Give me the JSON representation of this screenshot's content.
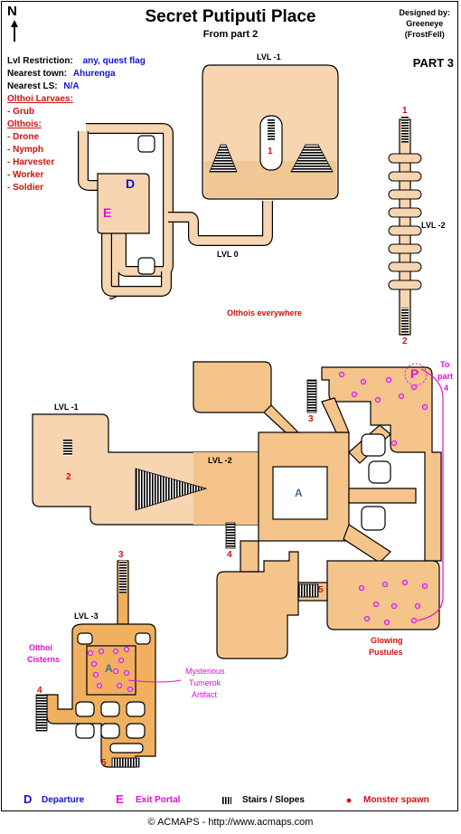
{
  "header": {
    "title": "Secret Putiputi Place",
    "subtitle": "From part 2",
    "credit_line1": "Designed by:",
    "credit_line2": "Greeneye",
    "credit_line3": "(FrostFell)",
    "part": "PART 3",
    "north": "N"
  },
  "info": {
    "lvl_label": "Lvl Restriction:",
    "lvl_value": "any, quest flag",
    "town_label": "Nearest town:",
    "town_value": "Ahurenga",
    "ls_label": "Nearest LS:",
    "ls_value": "N/A",
    "larvae_heading": "Olthoi Larvaes:",
    "larvae": [
      "- Grub"
    ],
    "olthois_heading": "Olthois:",
    "olthois": [
      "- Drone",
      "- Nymph",
      "- Harvester",
      "- Worker",
      "- Soldier"
    ]
  },
  "labels": {
    "lvl_m1_top": "LVL -1",
    "lvl_0": "LVL 0",
    "lvl_m2_right": "LVL -2",
    "everywhere": "Olthois everywhere",
    "lvl_m1_mid": "LVL -1",
    "lvl_m2_mid": "LVL -2",
    "lvl_m3": "LVL -3",
    "to_part": "To",
    "to_part2": "part",
    "to_part3": "4",
    "pustules1": "Glowing",
    "pustules2": "Pustules",
    "cisterns1": "Olthoi",
    "cisterns2": "Cisterns",
    "artifact1": "Mysterious",
    "artifact2": "Tumerok",
    "artifact3": "Artifact",
    "marker_d": "D",
    "marker_e": "E",
    "marker_p": "P",
    "marker_a": "A",
    "n1a": "1",
    "n1b": "1",
    "n2a": "2",
    "n2b": "2",
    "n3a": "3",
    "n3b": "3",
    "n4a": "4",
    "n4b": "4",
    "n5a": "5",
    "n5b": "5"
  },
  "legend": {
    "d_letter": "D",
    "d_text": "Departure",
    "e_letter": "E",
    "e_text": "Exit Portal",
    "stairs_text": "Stairs / Slopes",
    "spawn_text": "Monster spawn"
  },
  "footer": "© ACMAPS - http://www.acmaps.com",
  "colors": {
    "pale": "#f6d5b0",
    "mid": "#f4c48a",
    "dark": "#f0b060",
    "spawn": "#e010d0",
    "red": "#d31010",
    "blue": "#1111dd"
  }
}
